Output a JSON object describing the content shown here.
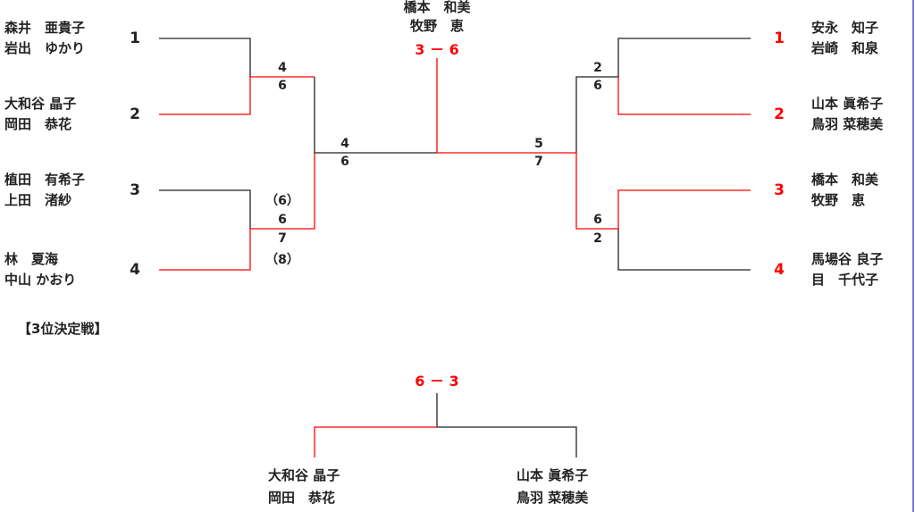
{
  "colors": {
    "winner": "#ff0000",
    "line": "#222222",
    "edge": "#3333cc"
  },
  "final": {
    "champion": [
      "橋本　和美",
      "牧野　恵"
    ],
    "score": "3 － 6"
  },
  "left": {
    "entries": [
      {
        "seed": "1",
        "names": [
          "森井　亜貴子",
          "岩出　ゆかり"
        ]
      },
      {
        "seed": "2",
        "names": [
          "大和谷 晶子",
          "岡田　恭花"
        ]
      },
      {
        "seed": "3",
        "names": [
          "植田　有希子",
          "上田　渚紗"
        ]
      },
      {
        "seed": "4",
        "names": [
          "林　夏海",
          "中山 かおり"
        ]
      }
    ],
    "r1_top": [
      "4",
      "6"
    ],
    "r1_bottom": [
      "（6）",
      "6",
      "7",
      "（8）"
    ],
    "semi": [
      "4",
      "6"
    ]
  },
  "right": {
    "entries": [
      {
        "seed": "1",
        "names": [
          "安永　知子",
          "岩崎　和泉"
        ]
      },
      {
        "seed": "2",
        "names": [
          "山本 眞希子",
          "鳥羽 菜穂美"
        ]
      },
      {
        "seed": "3",
        "names": [
          "橋本　和美",
          "牧野　恵"
        ]
      },
      {
        "seed": "4",
        "names": [
          "馬場谷 良子",
          "目　千代子"
        ]
      }
    ],
    "r1_top": [
      "2",
      "6"
    ],
    "r1_bottom": [
      "6",
      "2"
    ],
    "semi": [
      "5",
      "7"
    ]
  },
  "third_place": {
    "title": "【3位決定戦】",
    "score": "6 － 3",
    "left": [
      "大和谷 晶子",
      "岡田　恭花"
    ],
    "right": [
      "山本 眞希子",
      "鳥羽 菜穂美"
    ]
  }
}
